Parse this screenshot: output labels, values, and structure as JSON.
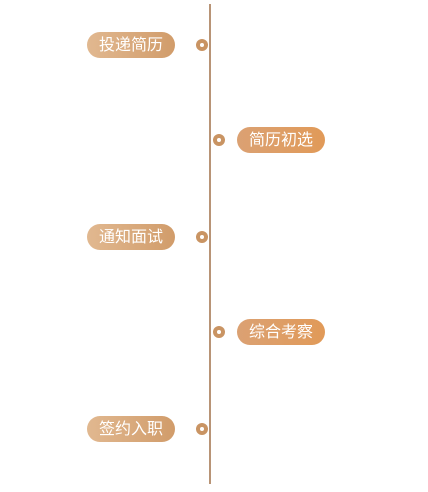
{
  "timeline": {
    "steps": [
      {
        "label": "投递简历",
        "side": "left"
      },
      {
        "label": "简历初选",
        "side": "right"
      },
      {
        "label": "通知面试",
        "side": "left"
      },
      {
        "label": "综合考察",
        "side": "right"
      },
      {
        "label": "签约入职",
        "side": "left"
      }
    ]
  },
  "colors": {
    "line": "#b89476",
    "dot": "#c99463",
    "pill_left_start": "#e1b890",
    "pill_left_end": "#d19c6a",
    "pill_right_start": "#dba173",
    "pill_right_end": "#e19a58",
    "text": "#ffffff"
  }
}
